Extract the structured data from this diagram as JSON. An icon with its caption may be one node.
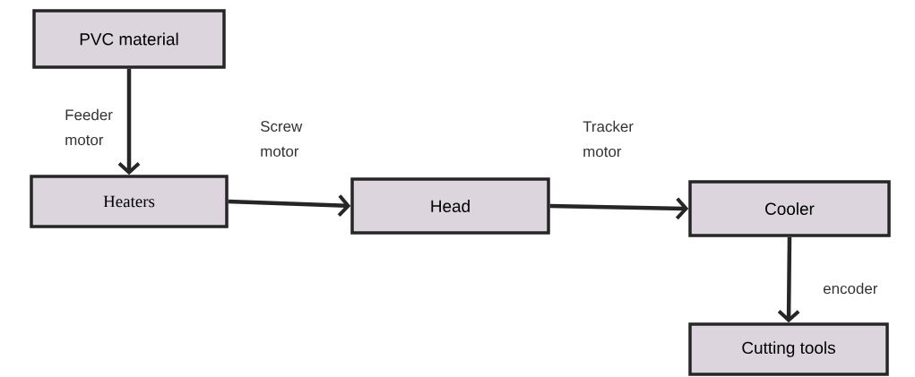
{
  "diagram": {
    "nodes": [
      {
        "text": [
          "PVC material"
        ]
      },
      {
        "text": [
          "Heaters"
        ]
      },
      {
        "text": [
          "Head"
        ]
      },
      {
        "text": [
          "Cooler"
        ]
      },
      {
        "text": [
          "Cutting tools"
        ]
      }
    ],
    "edges": [
      {
        "from": 0,
        "to": 1,
        "arrow": "to",
        "label": "Feeder motor"
      },
      {
        "from": 1,
        "to": 2,
        "arrow": "to",
        "label": "Screw motor"
      },
      {
        "from": 2,
        "to": 3,
        "arrow": "to",
        "label": "Tracker motor"
      },
      {
        "from": 3,
        "to": 4,
        "arrow": "to",
        "label": "encoder"
      }
    ]
  }
}
